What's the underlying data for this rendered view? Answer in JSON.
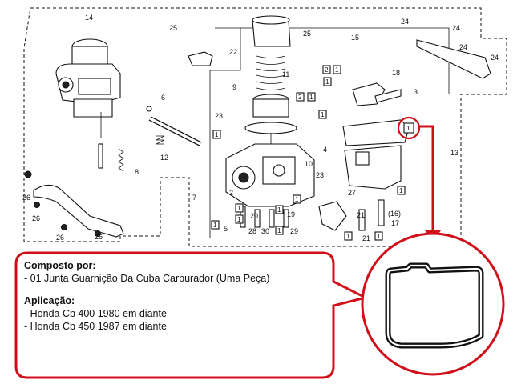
{
  "diagram": {
    "part_numbers": [
      "1",
      "2",
      "3",
      "4",
      "5",
      "6",
      "7",
      "8",
      "9",
      "10",
      "11",
      "12",
      "13",
      "14",
      "15",
      "16",
      "17",
      "18",
      "19",
      "20",
      "21",
      "22",
      "23",
      "24",
      "25",
      "26",
      "27",
      "28",
      "29",
      "30"
    ],
    "special_labels": {
      "part_16": "(16)"
    },
    "highlight_color": "#d10f1b",
    "highlighted_part": "1"
  },
  "callout": {
    "composition_heading": "Composto por:",
    "composition_items": [
      "- 01 Junta Guarnição Da Cuba Carburador (Uma Peça)"
    ],
    "application_heading": "Aplicação:",
    "application_items": [
      "- Honda Cb 400 1980 em diante",
      "- Honda Cb 450 1987 em diante"
    ]
  },
  "zoom": {
    "part_name": "float chamber gasket"
  }
}
